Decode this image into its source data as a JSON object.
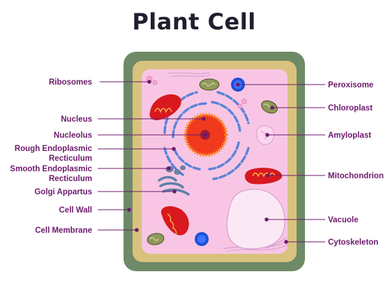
{
  "title": "Plant Cell",
  "colors": {
    "cell_wall": "#6e8a66",
    "cell_membrane": "#d9c27e",
    "cytoplasm": "#f8c6e4",
    "label_text": "#6d1a6b",
    "leader_line": "#6d1a6b"
  },
  "labels_left": {
    "ribosomes": "Ribosomes",
    "nucleus": "Nucleus",
    "nucleolus": "Nucleolus",
    "rough_er_line1": "Rough Endoplasmic",
    "rough_er_line2": "Recticulum",
    "smooth_er_line1": "Smooth Endoplasmic",
    "smooth_er_line2": "Recticulum",
    "golgi": "Golgi Appartus",
    "cell_wall": "Cell Wall",
    "cell_membrane": "Cell Membrane"
  },
  "labels_right": {
    "peroxisome": "Peroxisome",
    "chloroplast": "Chloroplast",
    "amyloplast": "Amyloplast",
    "mitochondrion": "Mitochondrion",
    "vacuole": "Vacuole",
    "cytoskeleton": "Cytoskeleton"
  }
}
